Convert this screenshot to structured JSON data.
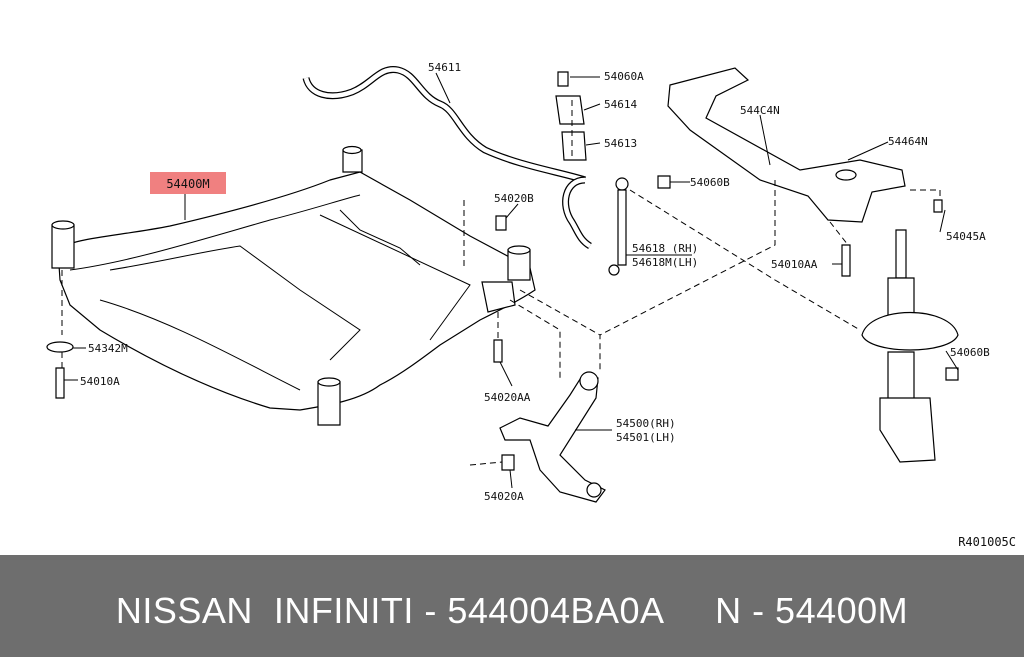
{
  "diagram": {
    "highlight_color": "#f08080",
    "highlighted_part": "54400M",
    "part_labels": [
      "54611",
      "54060A",
      "54614",
      "54613",
      "54020B",
      "54060B",
      "544C4N",
      "54464N",
      "54045A",
      "54618 (RH)",
      "54618M(LH)",
      "54010AA",
      "54342M",
      "54010A",
      "54020AA",
      "54500(RH)",
      "54501(LH)",
      "54060B",
      "54020A"
    ],
    "reference_code": "R401005C"
  },
  "footer": {
    "text": "NISSAN  INFINITI - 544004BA0A     N - 54400M",
    "background": "#6e6e6e"
  }
}
